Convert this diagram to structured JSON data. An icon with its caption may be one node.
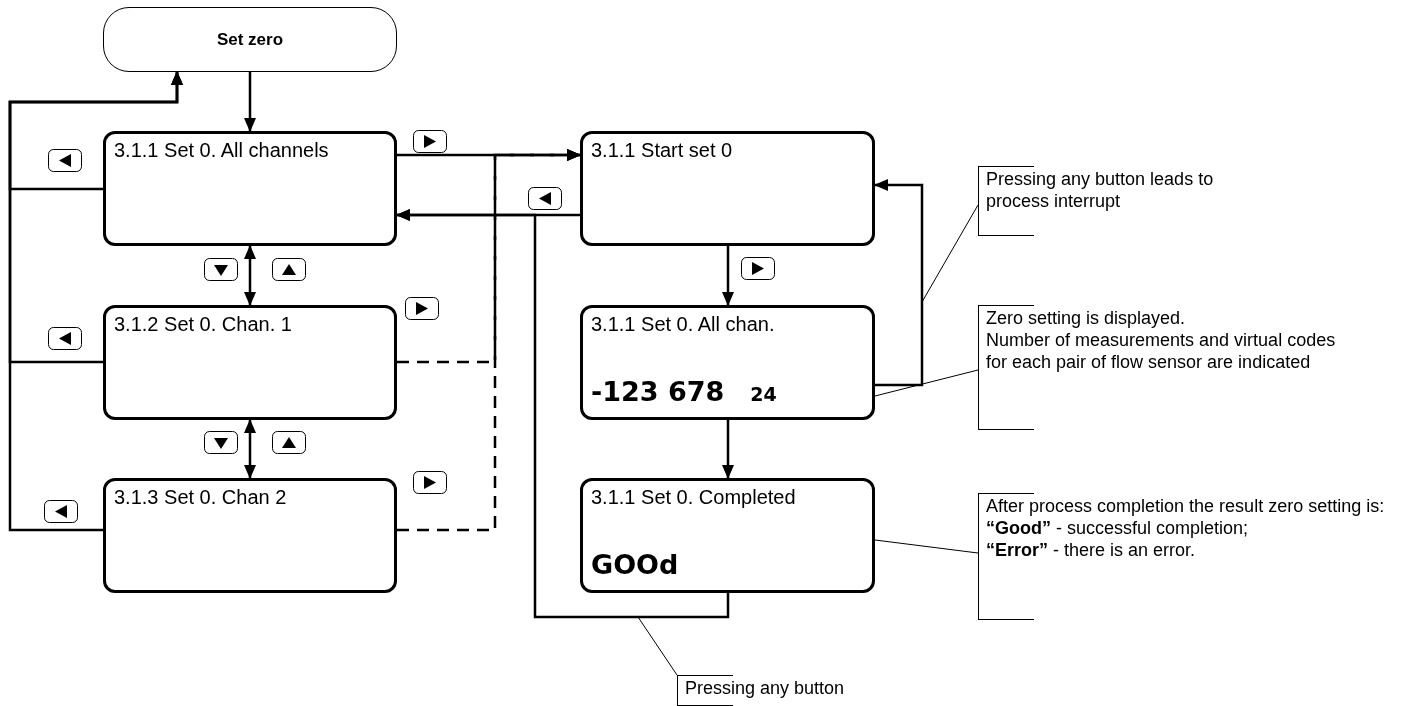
{
  "diagram": {
    "nodes": [
      {
        "text": [
          "Set zero"
        ]
      },
      {
        "text": [
          "3.1.1 Set 0. All channels"
        ]
      },
      {
        "text": [
          "3.1.2 Set 0. Chan. 1"
        ]
      },
      {
        "text": [
          "3.1.3 Set 0. Chan 2"
        ]
      },
      {
        "text": [
          "3.1.1 Start set 0"
        ]
      },
      {
        "text": [
          "3.1.1 Set 0. All chan.",
          "-123 678",
          "24"
        ]
      },
      {
        "text": [
          "3.1.1 Set 0. Completed",
          "GOOd"
        ]
      },
      {
        "text": [
          "Pressing any button leads to process interrupt"
        ]
      },
      {
        "text": [
          "Zero setting is displayed.",
          "Number of measurements and virtual codes for each pair of flow sensor are indicated"
        ]
      },
      {
        "text": [
          "After process completion the result zero setting is:",
          "**“Good”** - successful completion;",
          "**“Error”** - there is an error."
        ]
      },
      {
        "text": [
          "Pressing any button"
        ]
      }
    ],
    "edges": [
      {
        "from": 0,
        "to": 1,
        "arrow": "to"
      },
      {
        "from": 1,
        "to": 0,
        "arrow": "to"
      },
      {
        "from": 2,
        "to": 0,
        "arrow": "to"
      },
      {
        "from": 3,
        "to": 0,
        "arrow": "to"
      },
      {
        "from": 1,
        "to": 2,
        "arrow": "both"
      },
      {
        "from": 2,
        "to": 3,
        "arrow": "both"
      },
      {
        "from": 1,
        "to": 4,
        "arrow": "to"
      },
      {
        "from": 2,
        "to": 4,
        "arrow": "to",
        "style": "dashed"
      },
      {
        "from": 3,
        "to": 4,
        "arrow": "to",
        "style": "dashed"
      },
      {
        "from": 4,
        "to": 1,
        "arrow": "to"
      },
      {
        "from": 4,
        "to": 5,
        "arrow": "to"
      },
      {
        "from": 5,
        "to": 4,
        "arrow": "to"
      },
      {
        "from": 5,
        "to": 6,
        "arrow": "to"
      },
      {
        "from": 6,
        "to": 1,
        "arrow": "to"
      },
      {
        "from": 7,
        "to": null,
        "arrow": "none"
      },
      {
        "from": 8,
        "to": 5,
        "arrow": "none"
      },
      {
        "from": 9,
        "to": 6,
        "arrow": "none"
      },
      {
        "from": 10,
        "to": null,
        "arrow": "none"
      }
    ]
  }
}
